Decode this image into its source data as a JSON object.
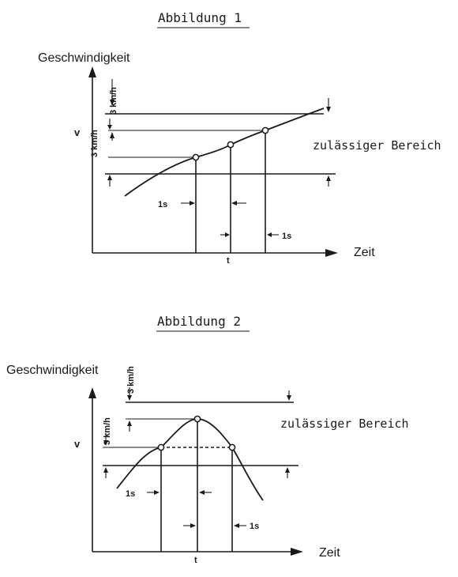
{
  "figure1": {
    "title": "Abbildung 1",
    "y_axis_label": "Geschwindigkeit",
    "x_axis_label": "Zeit",
    "v_label": "v",
    "t_label": "t",
    "tolerance_label_top": "3 km/h",
    "tolerance_label_side": "3 km/h",
    "region_label": "zulässiger Bereich",
    "interval_label_left": "1s",
    "interval_label_right": "1s"
  },
  "figure2": {
    "title": "Abbildung 2",
    "y_axis_label": "Geschwindigkeit",
    "x_axis_label": "Zeit",
    "v_label": "v",
    "t_label": "t",
    "tolerance_label_top": "3 km/h",
    "tolerance_label_side": "3 km/h",
    "region_label": "zulässiger Bereich",
    "interval_label_left": "1s",
    "interval_label_right": "1s"
  }
}
